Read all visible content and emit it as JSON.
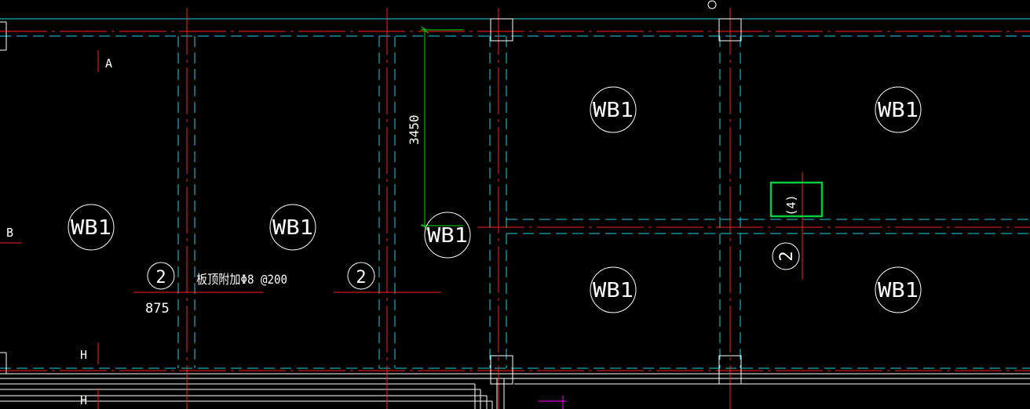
{
  "colors": {
    "background": "#000000",
    "axis": "#ff2020",
    "beam_edge": "#20d0e0",
    "text": "#ffffff",
    "column": "#ffffff",
    "dimension": "#00e000",
    "highlight": "#00d040",
    "magenta": "#ff00ff"
  },
  "grid_labels": {
    "a": "A",
    "b": "B",
    "h1": "H",
    "h2": "H"
  },
  "slab_label": "WB1",
  "slab_count": 7,
  "rebar_callouts": [
    {
      "number": "2"
    },
    {
      "number": "2"
    },
    {
      "number": "2"
    }
  ],
  "note_text": "板顶附加Φ8 @200",
  "dim_875": "875",
  "dim_3450": "3450",
  "highlight_mark": "(4)"
}
